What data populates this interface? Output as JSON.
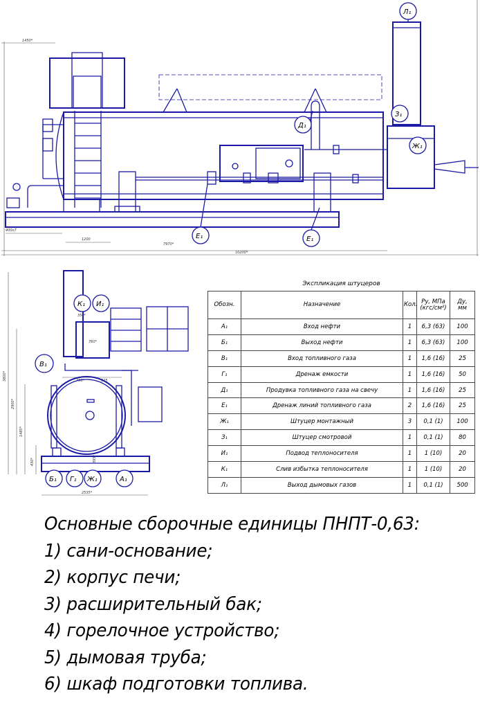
{
  "front_view": {
    "dims": {
      "d_1450": "1450*",
      "d_400": "400x7",
      "d_1200": "1200",
      "d_7970": "7970*",
      "d_10200": "10200*"
    },
    "callouts": {
      "L1": "Л₁",
      "D1": "Д₁",
      "Z1": "З₁",
      "Zh1": "Ж₁",
      "E1a": "Е₁",
      "E1b": "Е₁"
    }
  },
  "side_view": {
    "dims": {
      "d_3800": "3800*",
      "d_2900": "2900*",
      "d_1485": "1485*",
      "d_430": "430*",
      "d_2535": "2535*",
      "d_750": "750*",
      "d_525": "525",
      "d_760": "760*",
      "d_350": "350*",
      "d_395": "395*"
    },
    "callouts": {
      "K1": "К₁",
      "I1": "И₁",
      "V1": "В₁",
      "B1": "Б₁",
      "G1": "Г₁",
      "Zh1": "Ж₁",
      "A1": "А₁"
    }
  },
  "spec_table": {
    "caption": "Экспликация штуцеров",
    "headers": {
      "designation": "Обозн.",
      "purpose": "Назначение",
      "qty": "Кол.",
      "pressure_top": "Ру, МПа",
      "pressure_bottom": "(кгс/см²)",
      "dn_top": "Ду,",
      "dn_bottom": "мм"
    },
    "rows": [
      {
        "code": "А₁",
        "purpose": "Вход нефти",
        "qty": "1",
        "pressure": "6,3 (63)",
        "dn": "100"
      },
      {
        "code": "Б₁",
        "purpose": "Выход нефти",
        "qty": "1",
        "pressure": "6,3 (63)",
        "dn": "100"
      },
      {
        "code": "В₁",
        "purpose": "Вход топливного газа",
        "qty": "1",
        "pressure": "1,6 (16)",
        "dn": "25"
      },
      {
        "code": "Г₁",
        "purpose": "Дренаж емкости",
        "qty": "1",
        "pressure": "1,6 (16)",
        "dn": "50"
      },
      {
        "code": "Д₁",
        "purpose": "Продувка топливного газа на свечу",
        "qty": "1",
        "pressure": "1,6 (16)",
        "dn": "25"
      },
      {
        "code": "Е₁",
        "purpose": "Дренаж линий топливного газа",
        "qty": "2",
        "pressure": "1,6 (16)",
        "dn": "25"
      },
      {
        "code": "Ж₁",
        "purpose": "Штуцер монтажный",
        "qty": "3",
        "pressure": "0,1 (1)",
        "dn": "100"
      },
      {
        "code": "З₁",
        "purpose": "Штуцер смотровой",
        "qty": "1",
        "pressure": "0,1 (1)",
        "dn": "80"
      },
      {
        "code": "И₁",
        "purpose": "Подвод теплоносителя",
        "qty": "1",
        "pressure": "1 (10)",
        "dn": "20"
      },
      {
        "code": "К₁",
        "purpose": "Слив избытка теплоносителя",
        "qty": "1",
        "pressure": "1 (10)",
        "dn": "20"
      },
      {
        "code": "Л₁",
        "purpose": "Выход дымовых газов",
        "qty": "1",
        "pressure": "0,1 (1)",
        "dn": "500"
      }
    ]
  },
  "notes": {
    "title": "Основные сборочные единицы ПНПТ-0,63:",
    "items": [
      "1) сани-основание;",
      "2) корпус печи;",
      "3) расширительный бак;",
      "4) горелочное устройство;",
      "5) дымовая труба;",
      "6) шкаф подготовки топлива."
    ]
  }
}
